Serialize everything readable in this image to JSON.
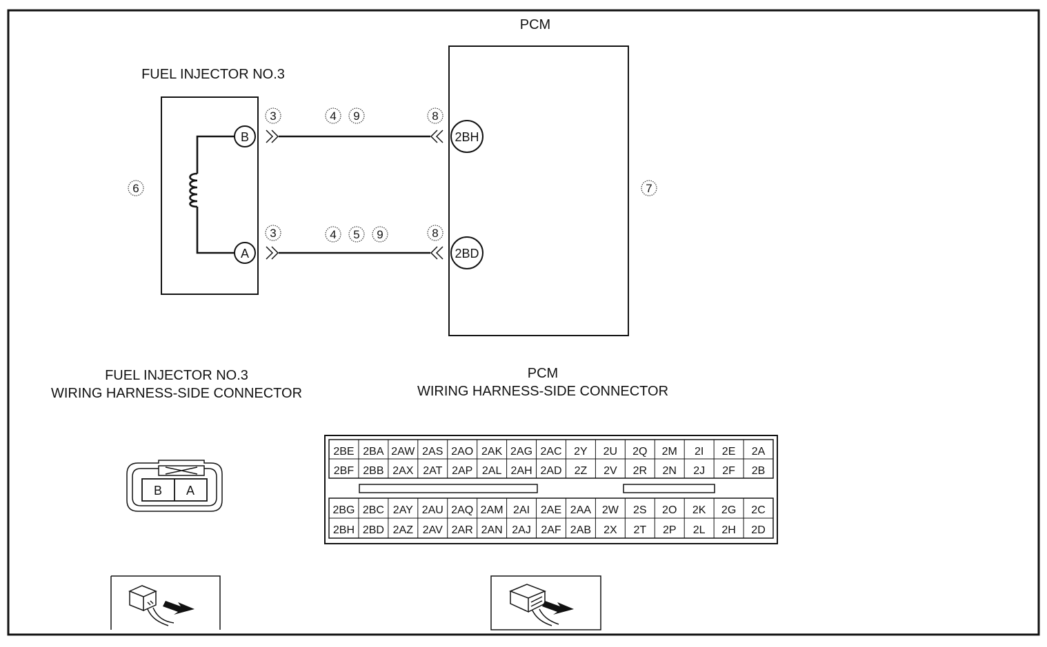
{
  "pcm_title": "PCM",
  "injector_title": "FUEL INJECTOR NO.3",
  "injector_pins": {
    "b": "B",
    "a": "A"
  },
  "pcm_pins": {
    "top": "2BH",
    "bottom": "2BD"
  },
  "callouts": {
    "c3_top": "3",
    "c4_top": "4",
    "c9_top": "9",
    "c8_top": "8",
    "c3_bot": "3",
    "c4_bot": "4",
    "c5_bot": "5",
    "c9_bot": "9",
    "c8_bot": "8",
    "c6": "6",
    "c7": "7"
  },
  "injector_connector": {
    "line1": "FUEL INJECTOR NO.3",
    "line2": "WIRING HARNESS-SIDE CONNECTOR",
    "pin_left": "B",
    "pin_right": "A"
  },
  "pcm_connector": {
    "line1": "PCM",
    "line2": "WIRING HARNESS-SIDE CONNECTOR",
    "upper_rows": [
      [
        "2BE",
        "2BA",
        "2AW",
        "2AS",
        "2AO",
        "2AK",
        "2AG",
        "2AC",
        "2Y",
        "2U",
        "2Q",
        "2M",
        "2I",
        "2E",
        "2A"
      ],
      [
        "2BF",
        "2BB",
        "2AX",
        "2AT",
        "2AP",
        "2AL",
        "2AH",
        "2AD",
        "2Z",
        "2V",
        "2R",
        "2N",
        "2J",
        "2F",
        "2B"
      ]
    ],
    "lower_rows": [
      [
        "2BG",
        "2BC",
        "2AY",
        "2AU",
        "2AQ",
        "2AM",
        "2AI",
        "2AE",
        "2AA",
        "2W",
        "2S",
        "2O",
        "2K",
        "2G",
        "2C"
      ],
      [
        "2BH",
        "2BD",
        "2AZ",
        "2AV",
        "2AR",
        "2AN",
        "2AJ",
        "2AF",
        "2AB",
        "2X",
        "2T",
        "2P",
        "2L",
        "2H",
        "2D"
      ]
    ]
  }
}
